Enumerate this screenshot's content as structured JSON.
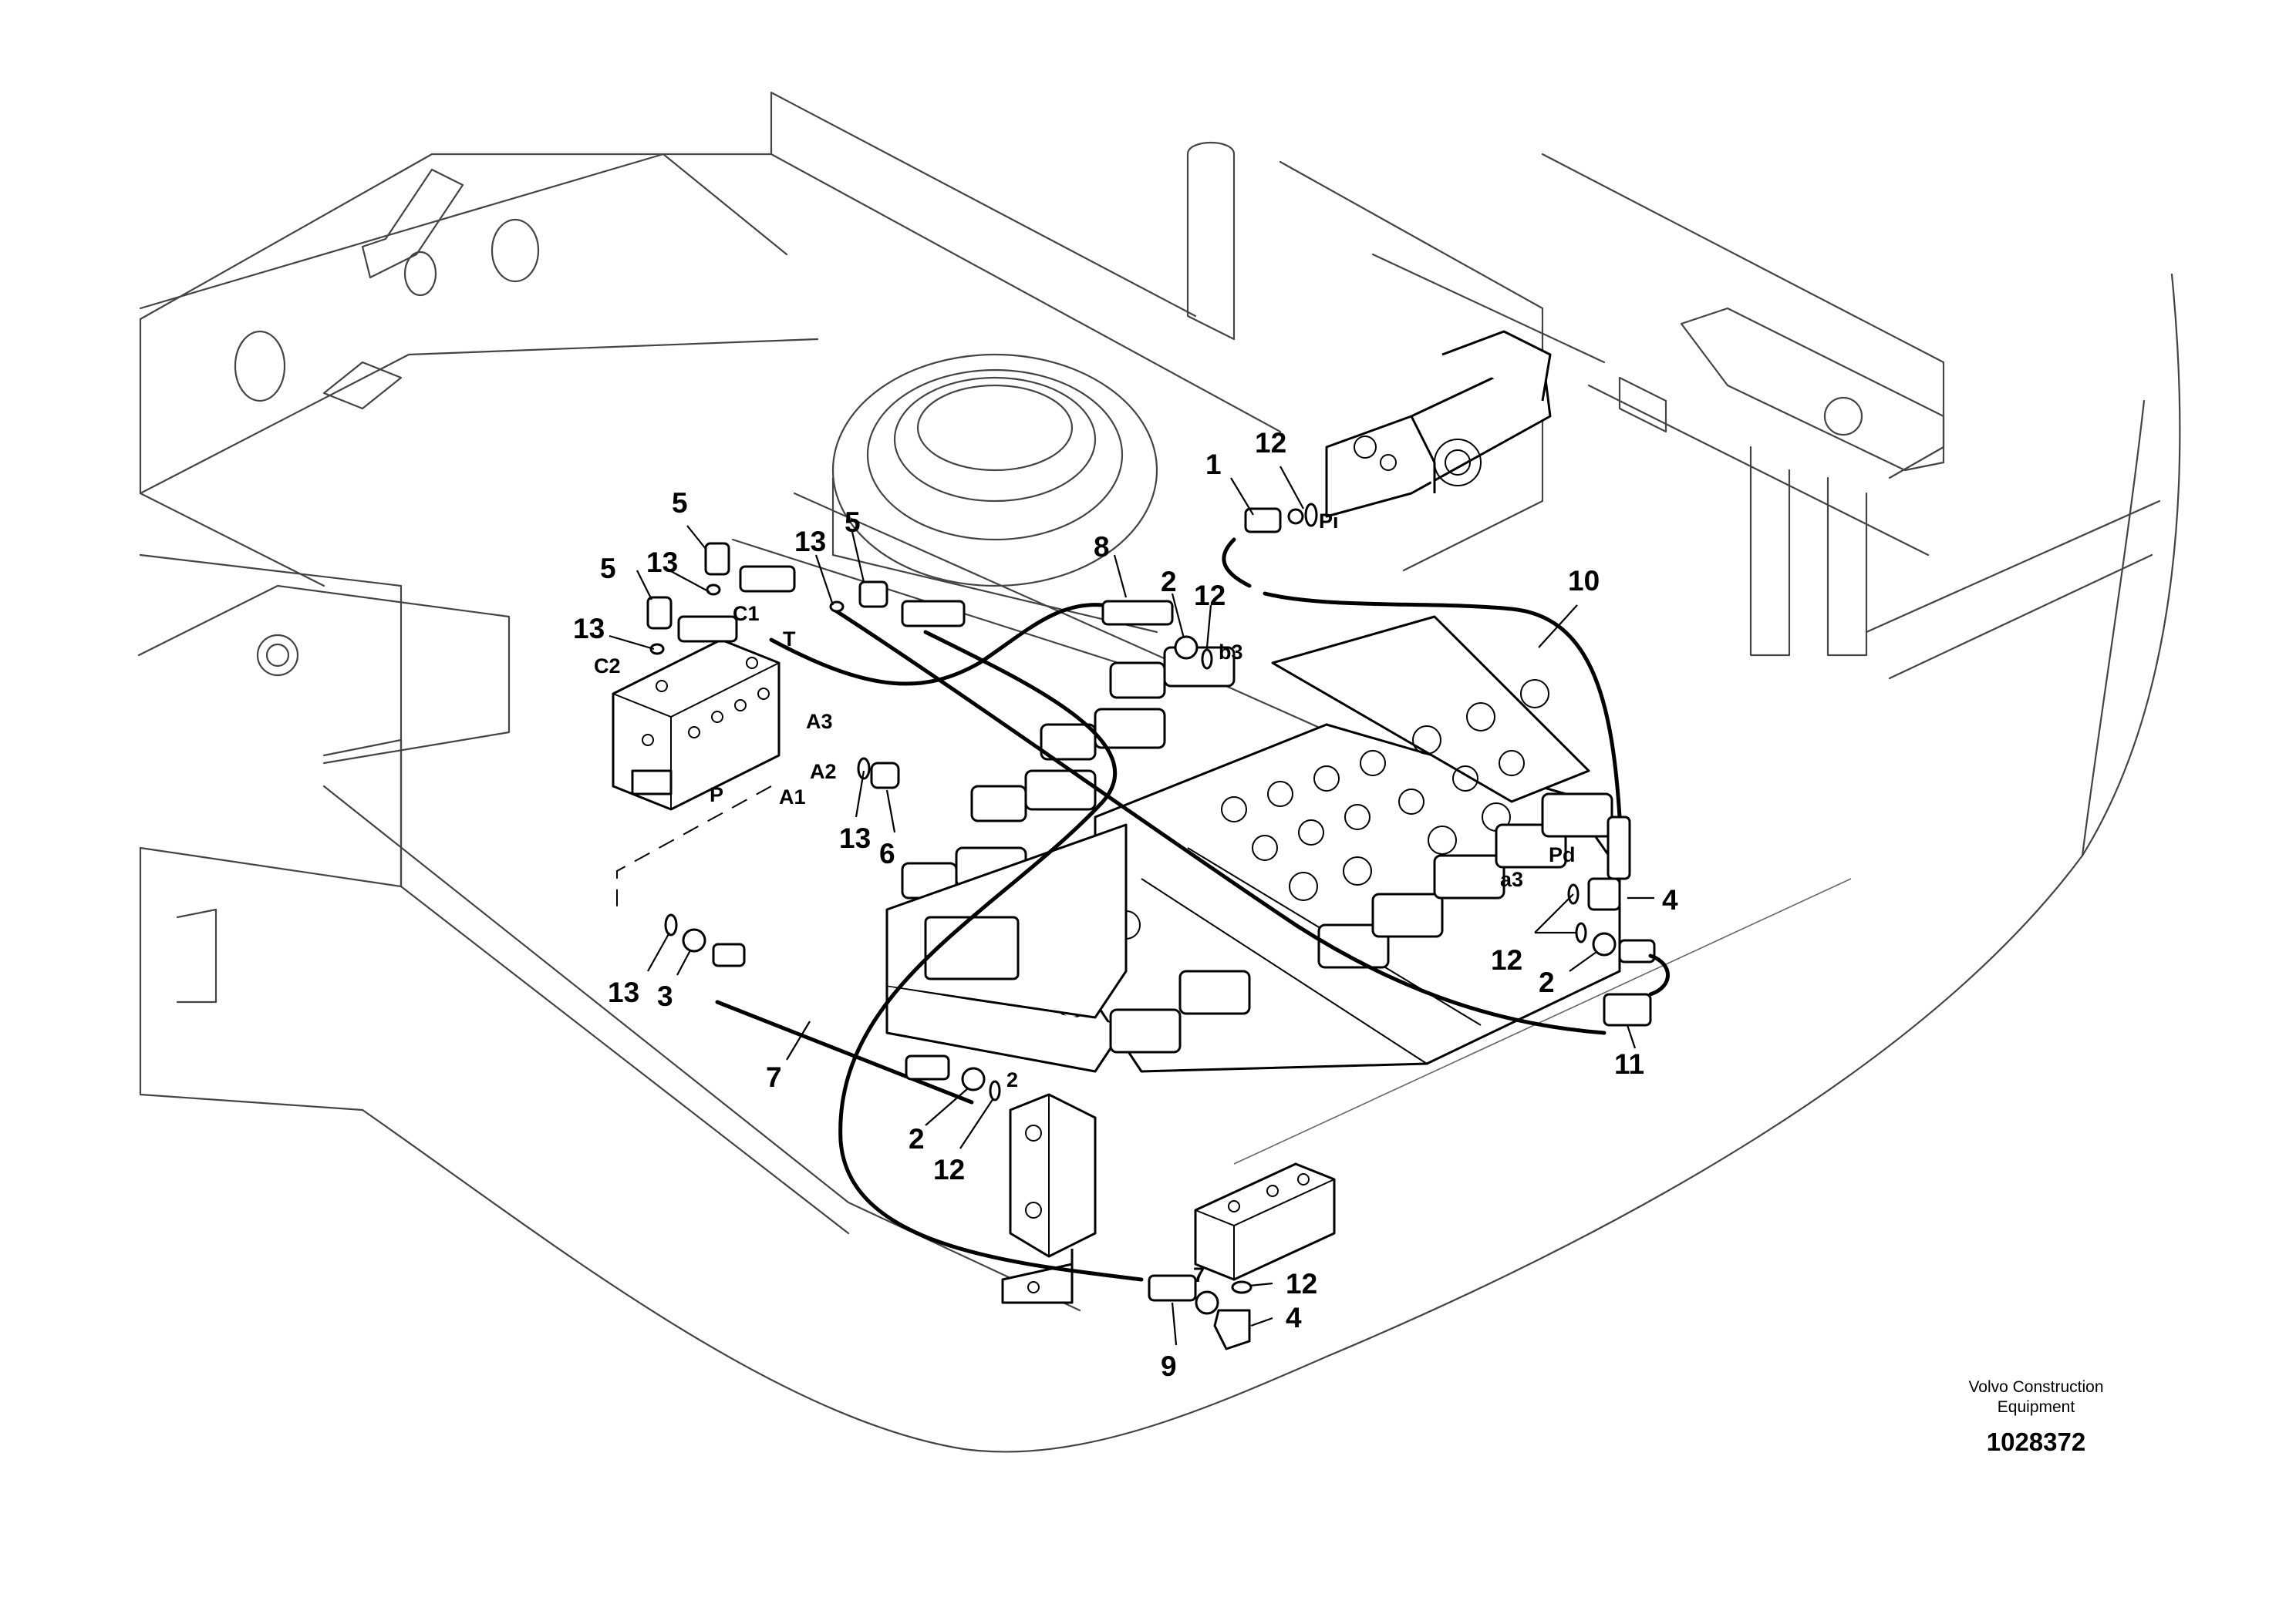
{
  "callouts": [
    "1",
    "2",
    "3",
    "4",
    "5",
    "6",
    "7",
    "8",
    "9",
    "10",
    "11",
    "12",
    "13"
  ],
  "ports": {
    "pi": "Pi",
    "b3": "b3",
    "c1": "C1",
    "c2": "C2",
    "t": "T",
    "a1": "A1",
    "a2": "A2",
    "a3": "A3",
    "p": "P",
    "pd": "Pd",
    "a3_lower": "a3",
    "port_2": "2",
    "port_7": "7"
  },
  "credit": {
    "line1": "Volvo Construction",
    "line2": "Equipment",
    "number": "1028372"
  }
}
